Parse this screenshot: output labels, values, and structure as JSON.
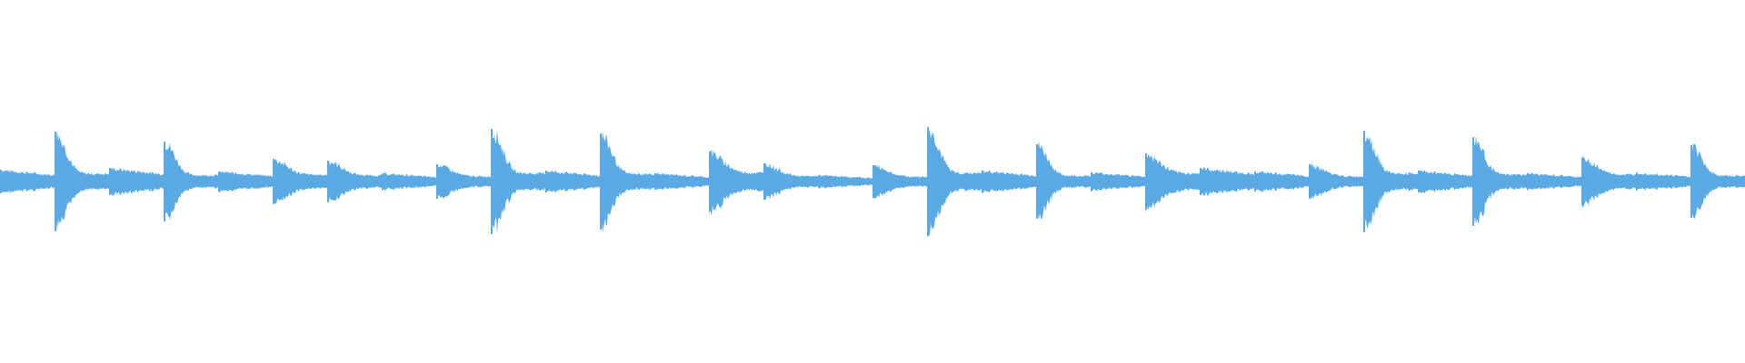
{
  "waveform": {
    "color": "#5aa9e2",
    "background": "#ffffff",
    "segments": [
      {
        "amp": 0.13,
        "type": "flat"
      },
      {
        "amp": 0.55,
        "type": "decay"
      },
      {
        "amp": 0.15,
        "type": "flat"
      },
      {
        "amp": 0.44,
        "type": "decay"
      },
      {
        "amp": 0.11,
        "type": "flat"
      },
      {
        "amp": 0.25,
        "type": "mid"
      },
      {
        "amp": 0.23,
        "type": "mid"
      },
      {
        "amp": 0.09,
        "type": "flat"
      },
      {
        "amp": 0.19,
        "type": "mid"
      },
      {
        "amp": 0.58,
        "type": "decay"
      },
      {
        "amp": 0.12,
        "type": "flat"
      },
      {
        "amp": 0.53,
        "type": "decay"
      },
      {
        "amp": 0.09,
        "type": "flat"
      },
      {
        "amp": 0.33,
        "type": "mid"
      },
      {
        "amp": 0.2,
        "type": "mid"
      },
      {
        "amp": 0.07,
        "type": "flat"
      },
      {
        "amp": 0.18,
        "type": "mid"
      },
      {
        "amp": 0.6,
        "type": "decay"
      },
      {
        "amp": 0.12,
        "type": "flat"
      },
      {
        "amp": 0.41,
        "type": "decay"
      },
      {
        "amp": 0.1,
        "type": "flat"
      },
      {
        "amp": 0.31,
        "type": "mid"
      },
      {
        "amp": 0.15,
        "type": "flat"
      },
      {
        "amp": 0.11,
        "type": "flat"
      },
      {
        "amp": 0.19,
        "type": "mid"
      },
      {
        "amp": 0.56,
        "type": "decay"
      },
      {
        "amp": 0.12,
        "type": "flat"
      },
      {
        "amp": 0.49,
        "type": "decay"
      },
      {
        "amp": 0.09,
        "type": "flat"
      },
      {
        "amp": 0.26,
        "type": "mid"
      },
      {
        "amp": 0.1,
        "type": "flat"
      },
      {
        "amp": 0.4,
        "type": "decay"
      }
    ]
  }
}
